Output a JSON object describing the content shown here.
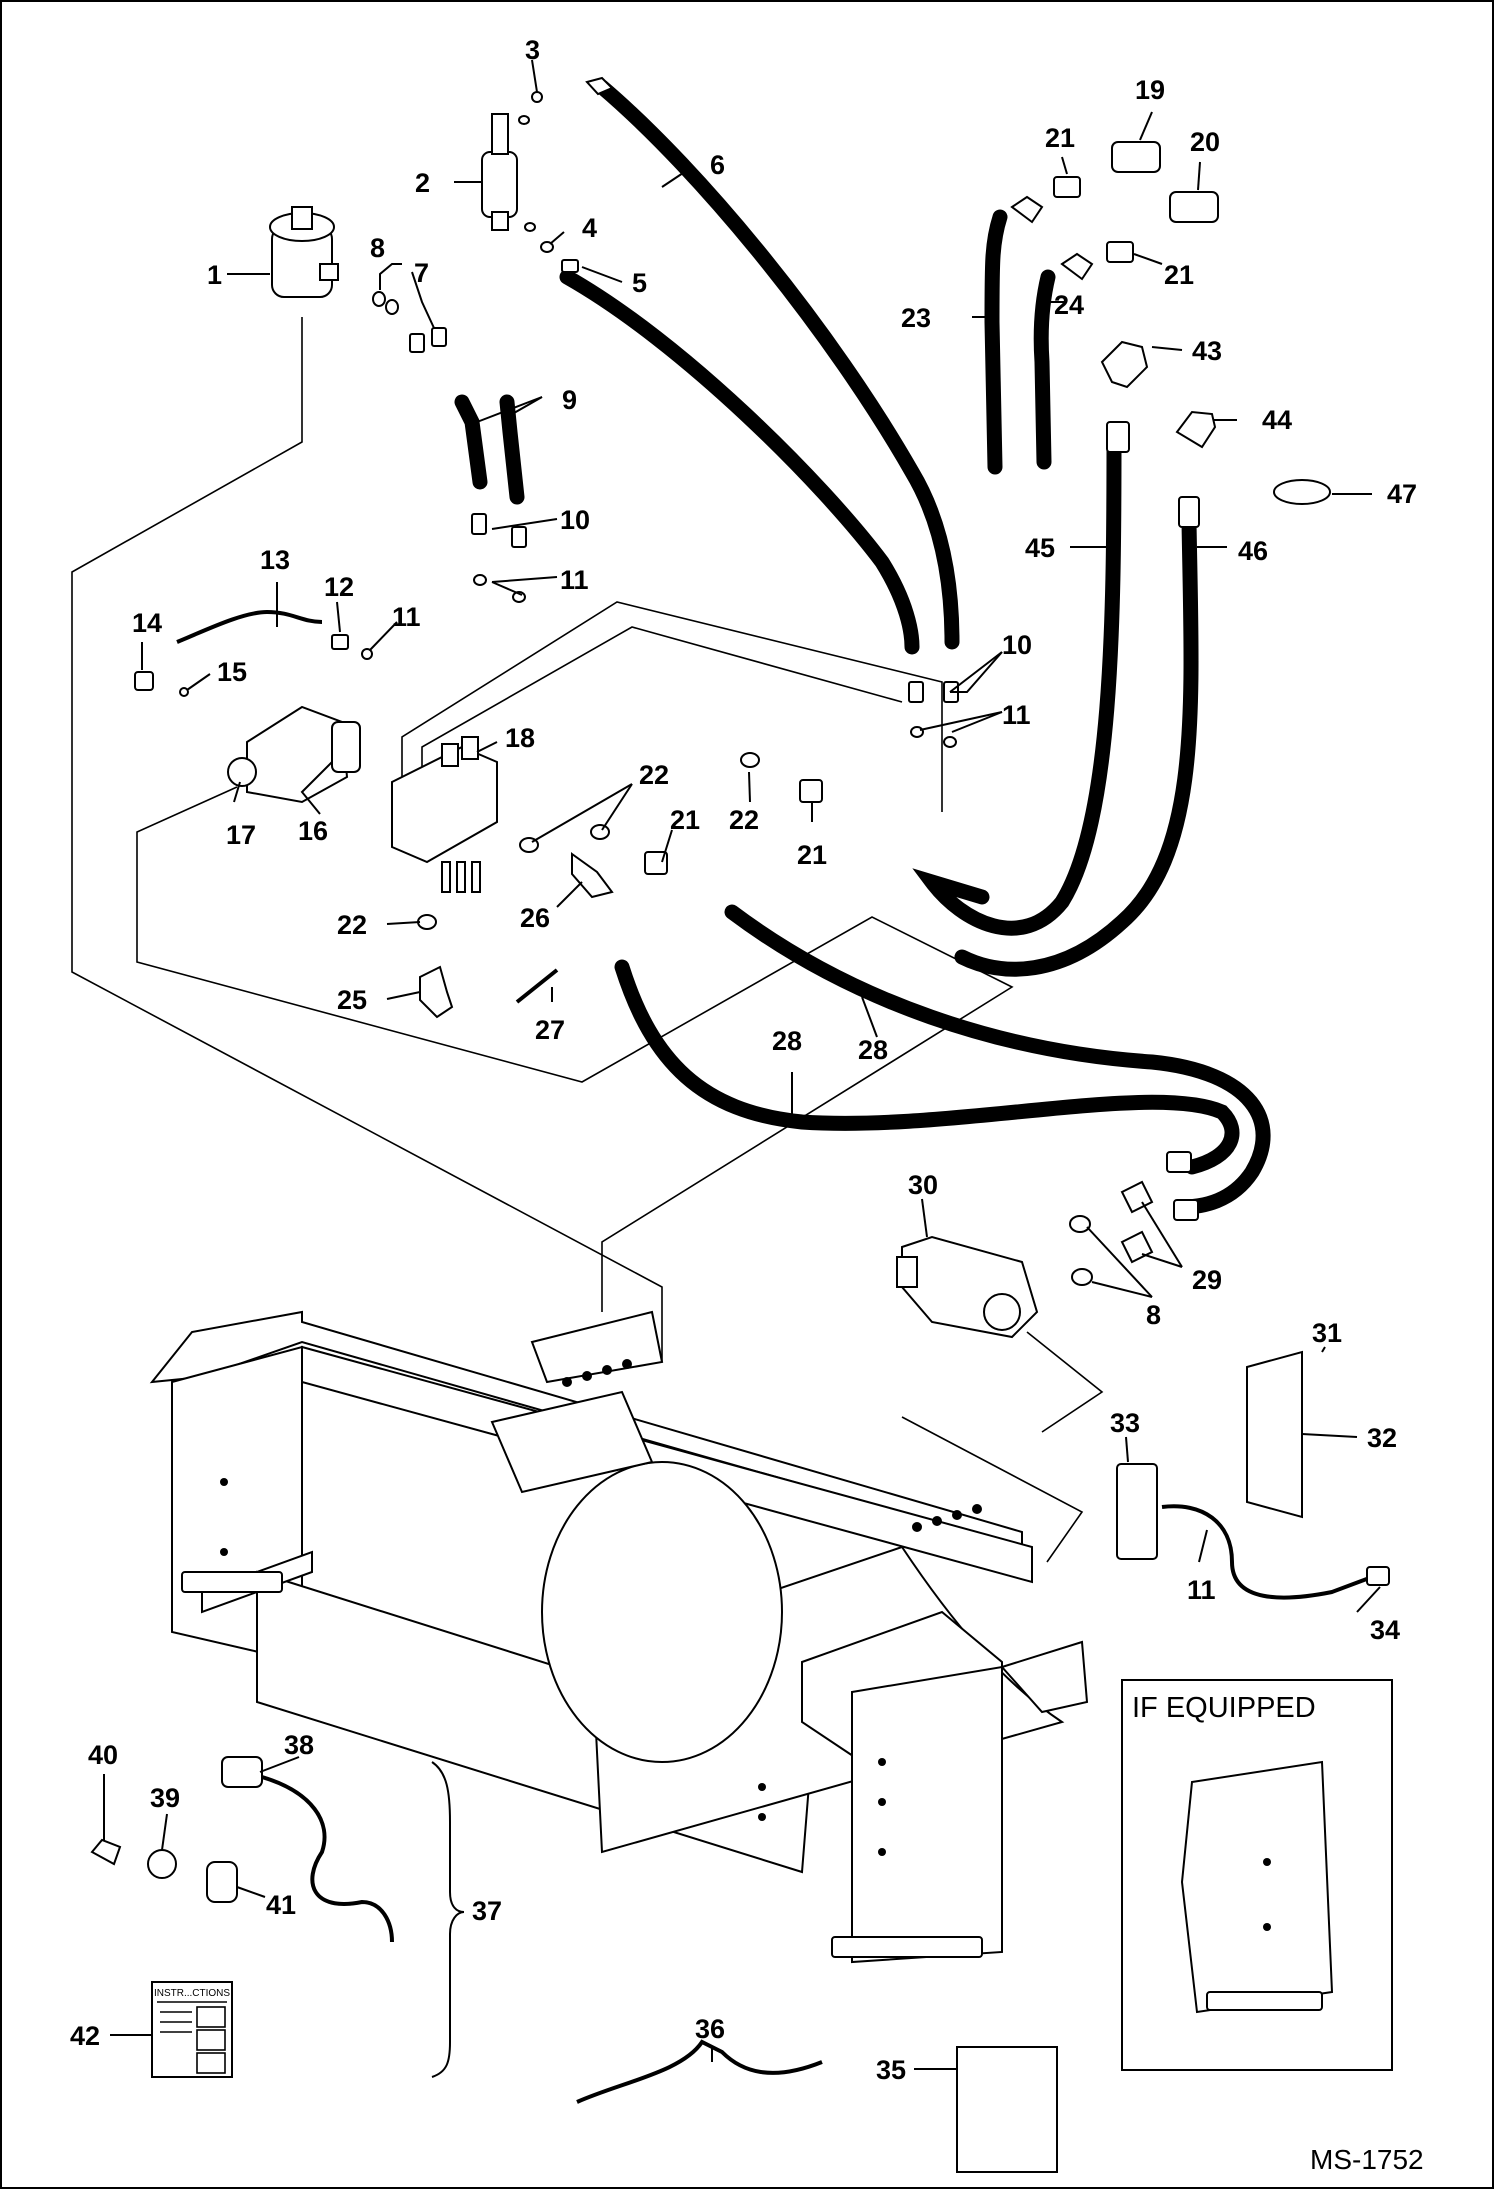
{
  "diagram": {
    "callouts": [
      "1",
      "2",
      "3",
      "4",
      "5",
      "6",
      "7",
      "8",
      "9",
      "10",
      "11",
      "12",
      "13",
      "14",
      "15",
      "16",
      "17",
      "18",
      "19",
      "20",
      "21",
      "22",
      "23",
      "24",
      "25",
      "26",
      "27",
      "28",
      "29",
      "30",
      "31",
      "32",
      "33",
      "34",
      "35",
      "36",
      "37",
      "38",
      "39",
      "40",
      "41",
      "42",
      "43",
      "44",
      "45",
      "46",
      "47"
    ],
    "inset_title": "IF EQUIPPED",
    "instructions_label": "INSTR...CTIONS",
    "drawing_code": "MS-1752"
  }
}
